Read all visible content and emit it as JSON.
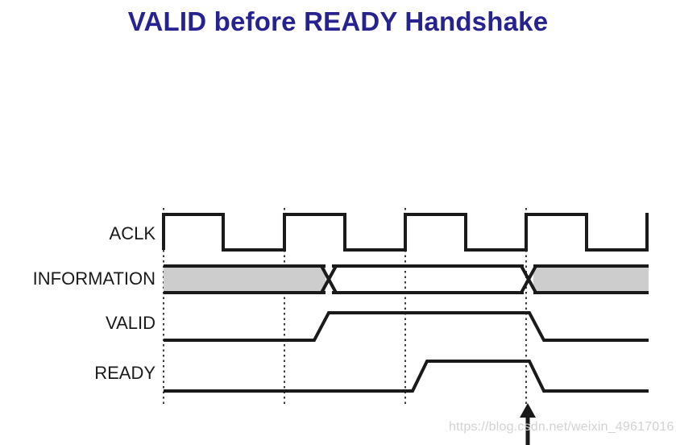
{
  "title": "VALID before READY Handshake",
  "watermark": "https://blog.csdn.net/weixin_49617016",
  "colors": {
    "title": "#262391",
    "signal_stroke": "#1a1a1a",
    "bus_fill": "#cdcdcd",
    "slope_fill": "#d2d2d2",
    "guide_line": "#3a3a3a",
    "watermark": "#d2d2d2",
    "background": "#ffffff"
  },
  "signals": {
    "aclk": {
      "label": "ACLK"
    },
    "information": {
      "label": "INFORMATION"
    },
    "valid": {
      "label": "VALID"
    },
    "ready": {
      "label": "READY"
    }
  },
  "chart_data": {
    "type": "line",
    "title": "VALID before READY Handshake",
    "xlabel": "",
    "ylabel": "",
    "description": "AXI handshake timing diagram: VALID asserted before READY; transfer occurs at the rising clock edge where both VALID and READY are HIGH.",
    "x_axis": {
      "unit": "pixels",
      "start": 203,
      "end": 805,
      "clock_period": 150
    },
    "clock_edges": {
      "rising": [
        203,
        353,
        503,
        653
      ],
      "falling": [
        277,
        428,
        578,
        728
      ],
      "final_rising": 803
    },
    "guide_lines": [
      203,
      353,
      503,
      653
    ],
    "annotation": {
      "name": "handshake-arrow",
      "x": 655,
      "y_top": 500,
      "y_bottom": 552,
      "meaning": "transfer occurs here"
    },
    "series": [
      {
        "name": "ACLK",
        "type": "clock",
        "levels": {
          "high_y": 266,
          "low_y": 310
        },
        "transitions": [
          {
            "x": 203,
            "to": "high"
          },
          {
            "x": 277,
            "to": "low"
          },
          {
            "x": 353,
            "to": "high"
          },
          {
            "x": 428,
            "to": "low"
          },
          {
            "x": 503,
            "to": "high"
          },
          {
            "x": 578,
            "to": "low"
          },
          {
            "x": 653,
            "to": "high"
          },
          {
            "x": 728,
            "to": "low"
          },
          {
            "x": 803,
            "to": "high"
          }
        ]
      },
      {
        "name": "INFORMATION",
        "type": "bus",
        "levels": {
          "top_y": 330,
          "bottom_y": 363
        },
        "segments": [
          {
            "start": 203,
            "end": 404,
            "state": "valid-shaded",
            "filled": true
          },
          {
            "start": 412,
            "end": 650,
            "state": "valid-clear",
            "filled": false
          },
          {
            "start": 662,
            "end": 805,
            "state": "valid-shaded",
            "filled": true
          }
        ],
        "crossings": [
          408,
          656
        ]
      },
      {
        "name": "VALID",
        "type": "logic",
        "levels": {
          "high_y": 388,
          "low_y": 422
        },
        "transitions": [
          {
            "x_start": 390,
            "x_end": 408,
            "to": "high"
          },
          {
            "x_start": 657,
            "x_end": 675,
            "to": "low"
          }
        ]
      },
      {
        "name": "READY",
        "type": "logic",
        "levels": {
          "high_y": 448,
          "low_y": 485
        },
        "transitions": [
          {
            "x_start": 512,
            "x_end": 530,
            "to": "high"
          },
          {
            "x_start": 657,
            "x_end": 675,
            "to": "low"
          }
        ]
      }
    ]
  }
}
